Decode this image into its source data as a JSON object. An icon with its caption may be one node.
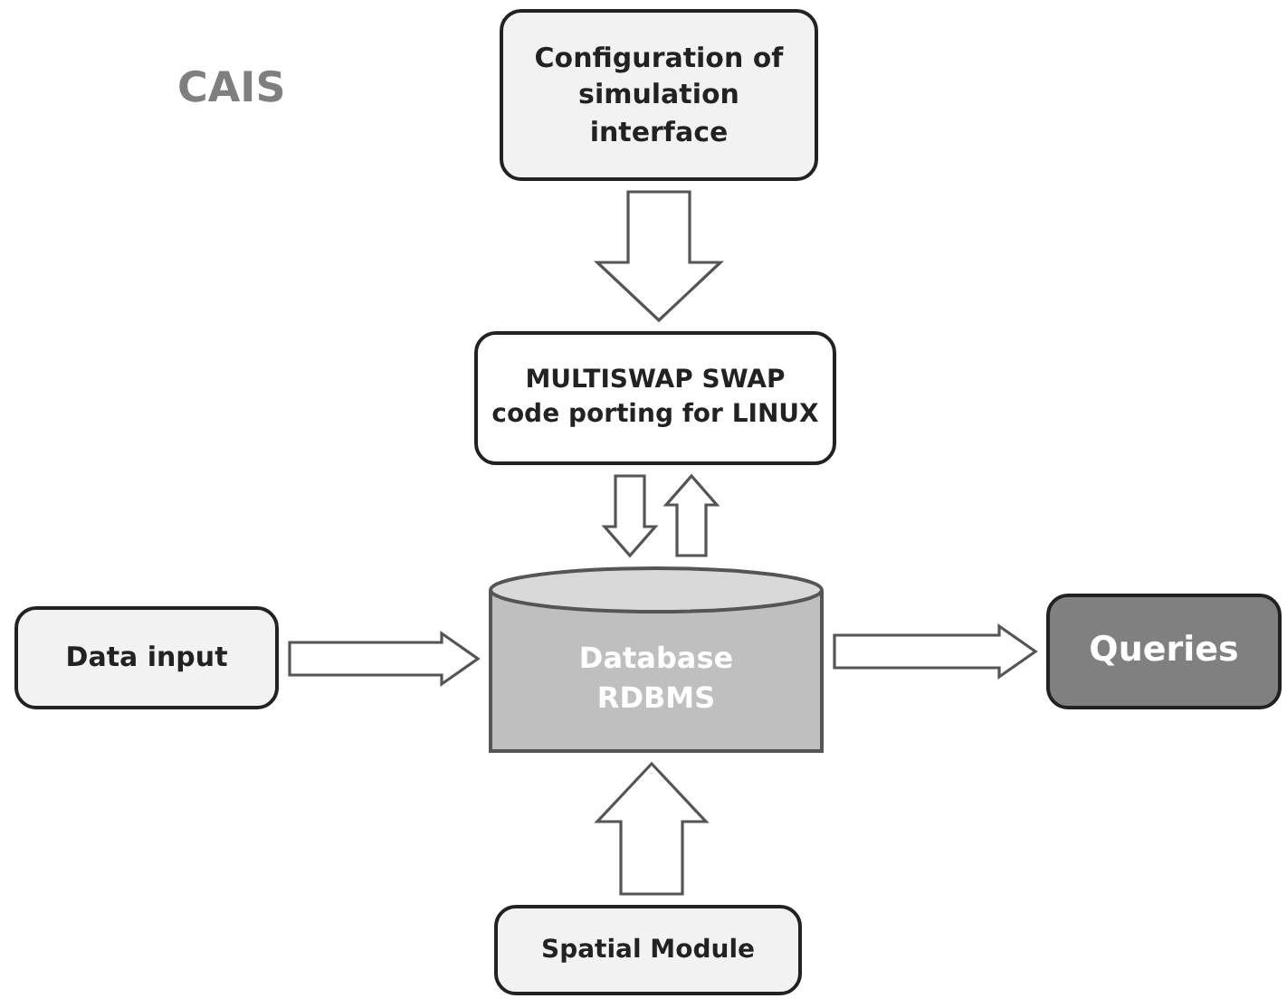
{
  "diagram": {
    "nodes": [
      {
        "text": [
          "Configuration of simulation interface"
        ]
      },
      {
        "text": [
          "MULTISWAP SWAP code porting for LINUX"
        ]
      },
      {
        "text": [
          "Database RDBMS"
        ]
      },
      {
        "text": [
          "Data input"
        ]
      },
      {
        "text": [
          "Queries"
        ]
      },
      {
        "text": [
          "Spatial Module"
        ]
      }
    ],
    "edges": [
      {
        "from": 0,
        "to": 1,
        "arrow": "to"
      },
      {
        "from": 1,
        "to": 2,
        "arrow": "to"
      },
      {
        "from": 2,
        "to": 1,
        "arrow": "to"
      },
      {
        "from": 3,
        "to": 2,
        "arrow": "to"
      },
      {
        "from": 2,
        "to": 4,
        "arrow": "to"
      },
      {
        "from": 5,
        "to": 2,
        "arrow": "to"
      }
    ],
    "labels": [
      "CAIS"
    ]
  }
}
